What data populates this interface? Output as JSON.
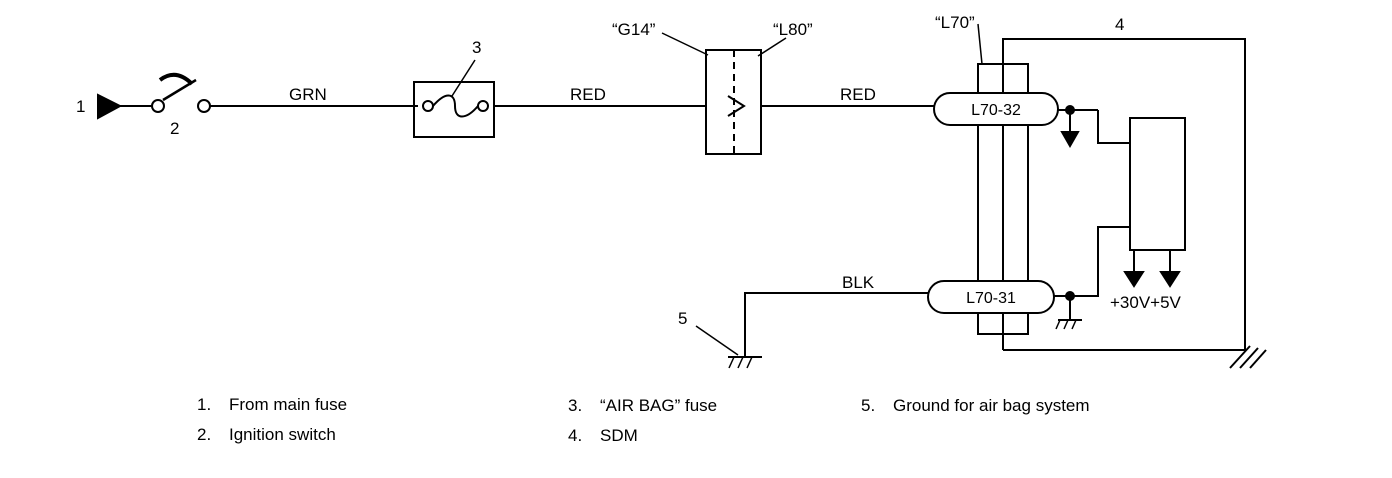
{
  "callouts": {
    "main_fuse": "1",
    "ignition_switch": "2",
    "air_bag_fuse": "3",
    "sdm": "4",
    "ground": "5"
  },
  "wires": {
    "grn": "GRN",
    "red_1": "RED",
    "red_2": "RED",
    "blk": "BLK"
  },
  "connectors": {
    "g14": "“G14”",
    "l80": "“L80”",
    "l70": "“L70”",
    "pin_l70_32": "L70-32",
    "pin_l70_31": "L70-31"
  },
  "voltage_label": "+30V+5V",
  "legend": [
    {
      "num": "1.",
      "text": "From main fuse"
    },
    {
      "num": "2.",
      "text": "Ignition switch"
    },
    {
      "num": "3.",
      "text": "“AIR BAG” fuse"
    },
    {
      "num": "4.",
      "text": "SDM"
    },
    {
      "num": "5.",
      "text": "Ground for air bag system"
    }
  ]
}
